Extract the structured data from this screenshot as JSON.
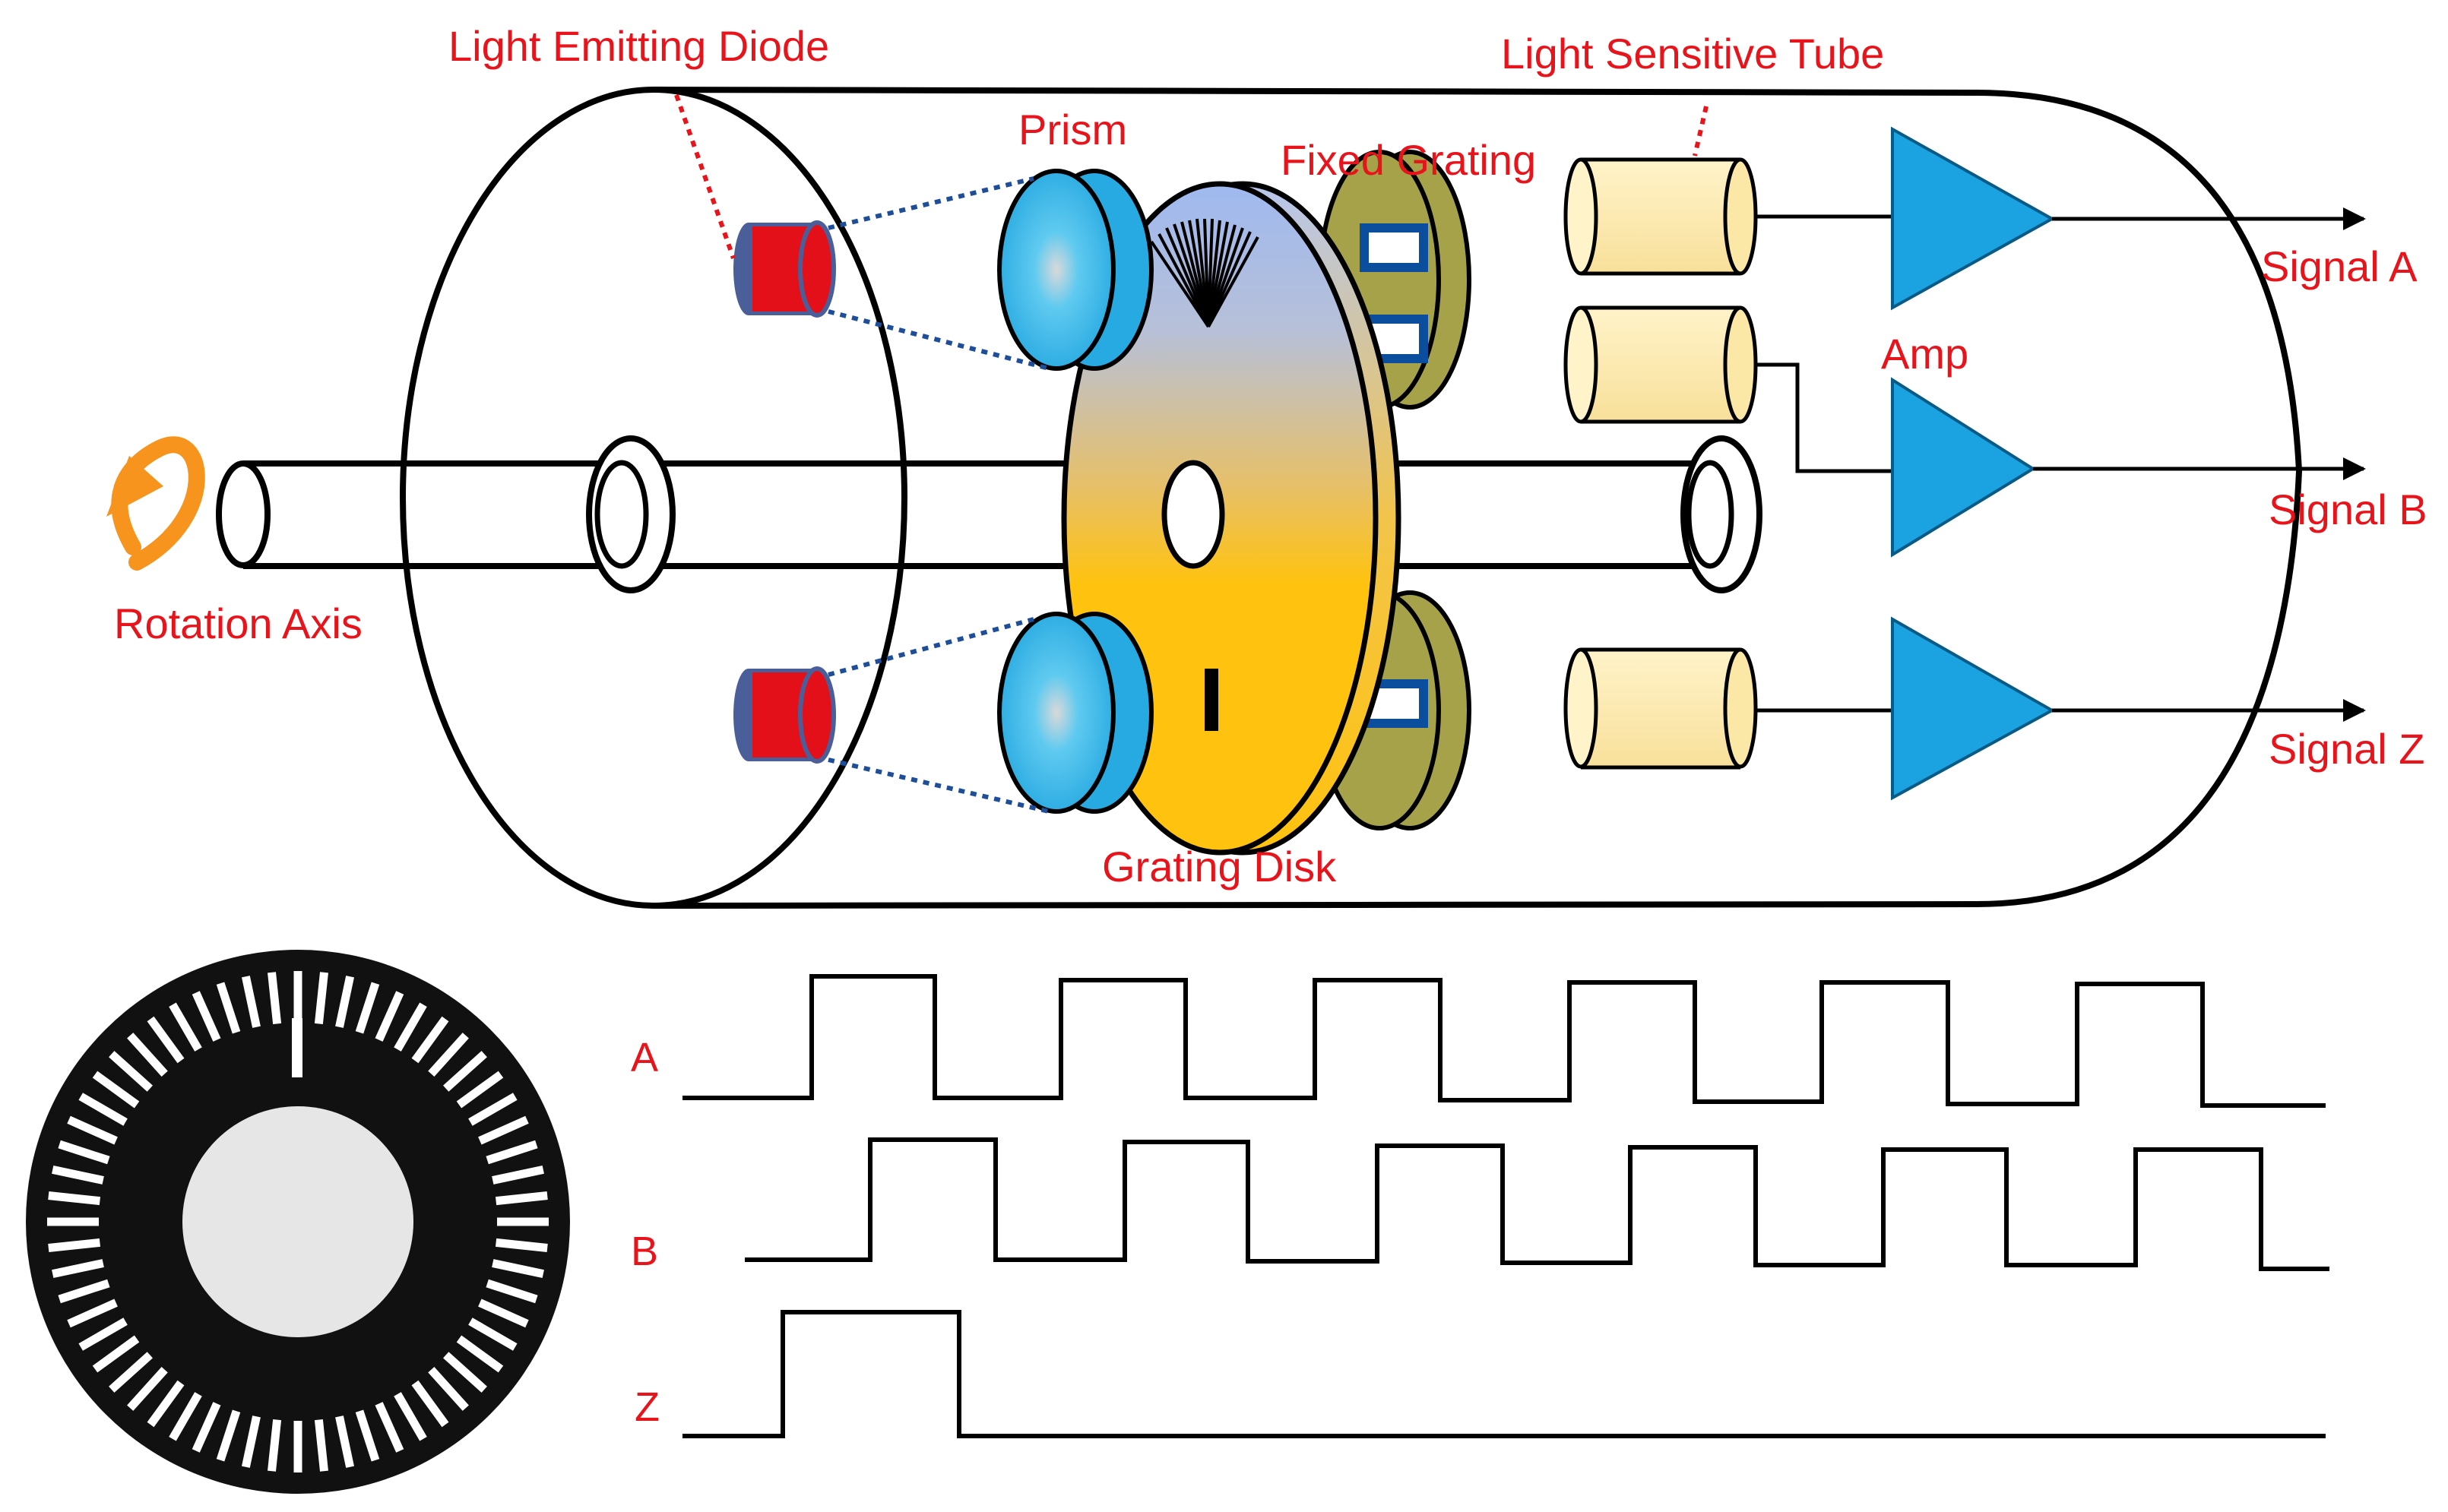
{
  "labels": {
    "led": "Light Emitting Diode",
    "light_tube": "Light Sensitive Tube",
    "prism": "Prism",
    "fixed_grating": "Fixed Grating",
    "amp": "Amp",
    "rotation_axis": "Rotation Axis",
    "grating_disk": "Grating Disk",
    "signal_a": "Signal A",
    "signal_b": "Signal B",
    "signal_z": "Signal Z"
  },
  "waveforms": {
    "a_label": "A",
    "b_label": "B",
    "z_label": "Z"
  },
  "colors": {
    "label_red": "#e8141b",
    "amp_blue": "#1aa3e0",
    "led_red": "#e3101a",
    "tube_yellow": "#fbe7a6",
    "fixed_grating_olive": "#a6a24a",
    "disk_top": "#a9c3ee",
    "disk_bottom": "#ffc20e",
    "arrow_orange": "#f7941d"
  }
}
